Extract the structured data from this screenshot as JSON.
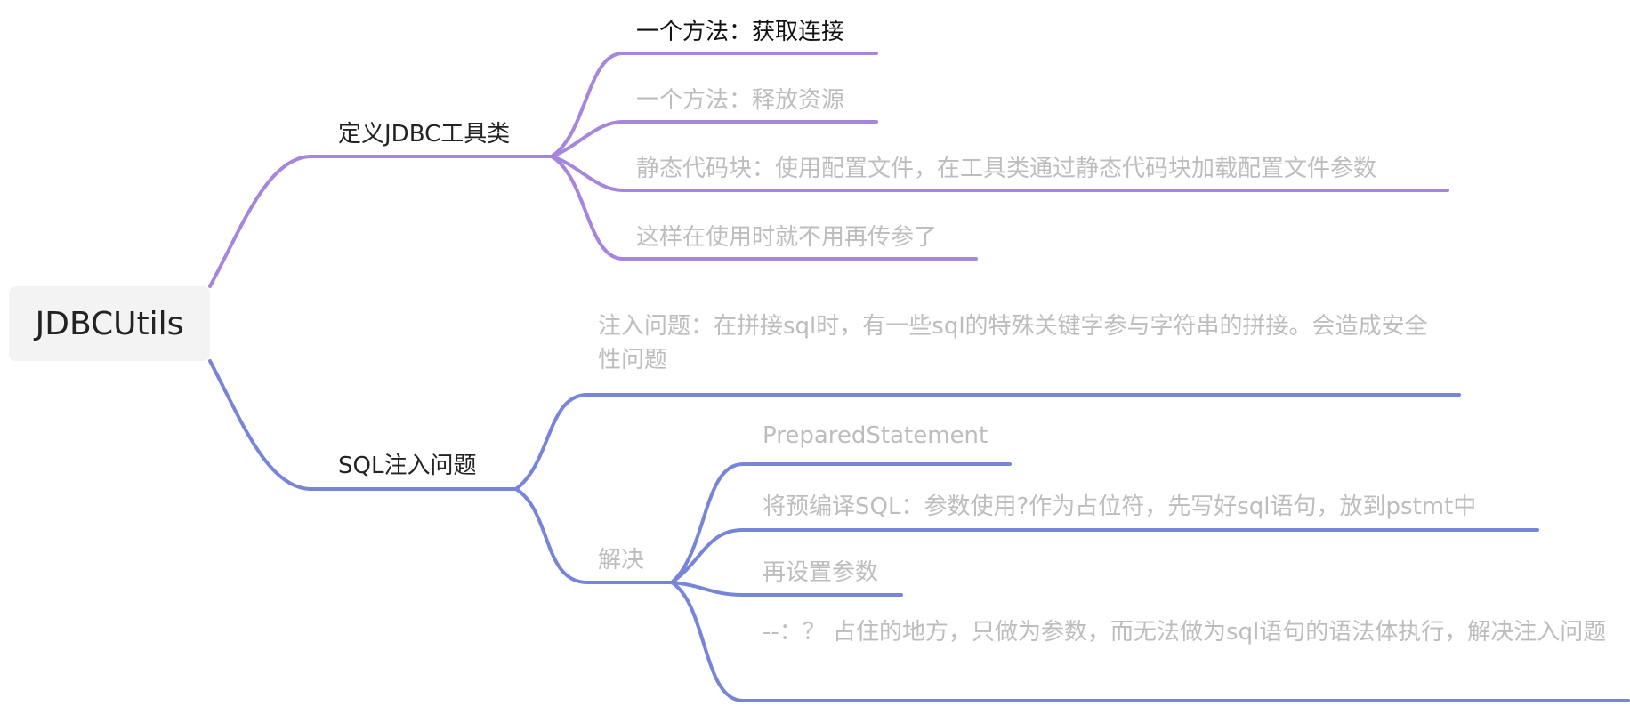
{
  "root": {
    "label": "JDBCUtils"
  },
  "colors": {
    "branch1": "#a585dd",
    "branch2": "#7685d8"
  },
  "branches": [
    {
      "label": "定义JDBC工具类",
      "children": [
        {
          "label": "一个方法：获取连接"
        },
        {
          "label": "一个方法：释放资源"
        },
        {
          "label": "静态代码块：使用配置文件，在工具类通过静态代码块加载配置文件参数"
        },
        {
          "label": "这样在使用时就不用再传参了"
        }
      ]
    },
    {
      "label": "SQL注入问题",
      "children": [
        {
          "label": "注入问题：在拼接sql时，有一些sql的特殊关键字参与字符串的拼接。会造成安全性问题"
        },
        {
          "label": "解决",
          "children": [
            {
              "label": "PreparedStatement"
            },
            {
              "label": "将预编译SQL：参数使用?作为占位符，先写好sql语句，放到pstmt中"
            },
            {
              "label": "再设置参数"
            },
            {
              "label": "--：？ 占住的地方，只做为参数，而无法做为sql语句的语法体执行，解决注入问题"
            }
          ]
        }
      ]
    }
  ]
}
